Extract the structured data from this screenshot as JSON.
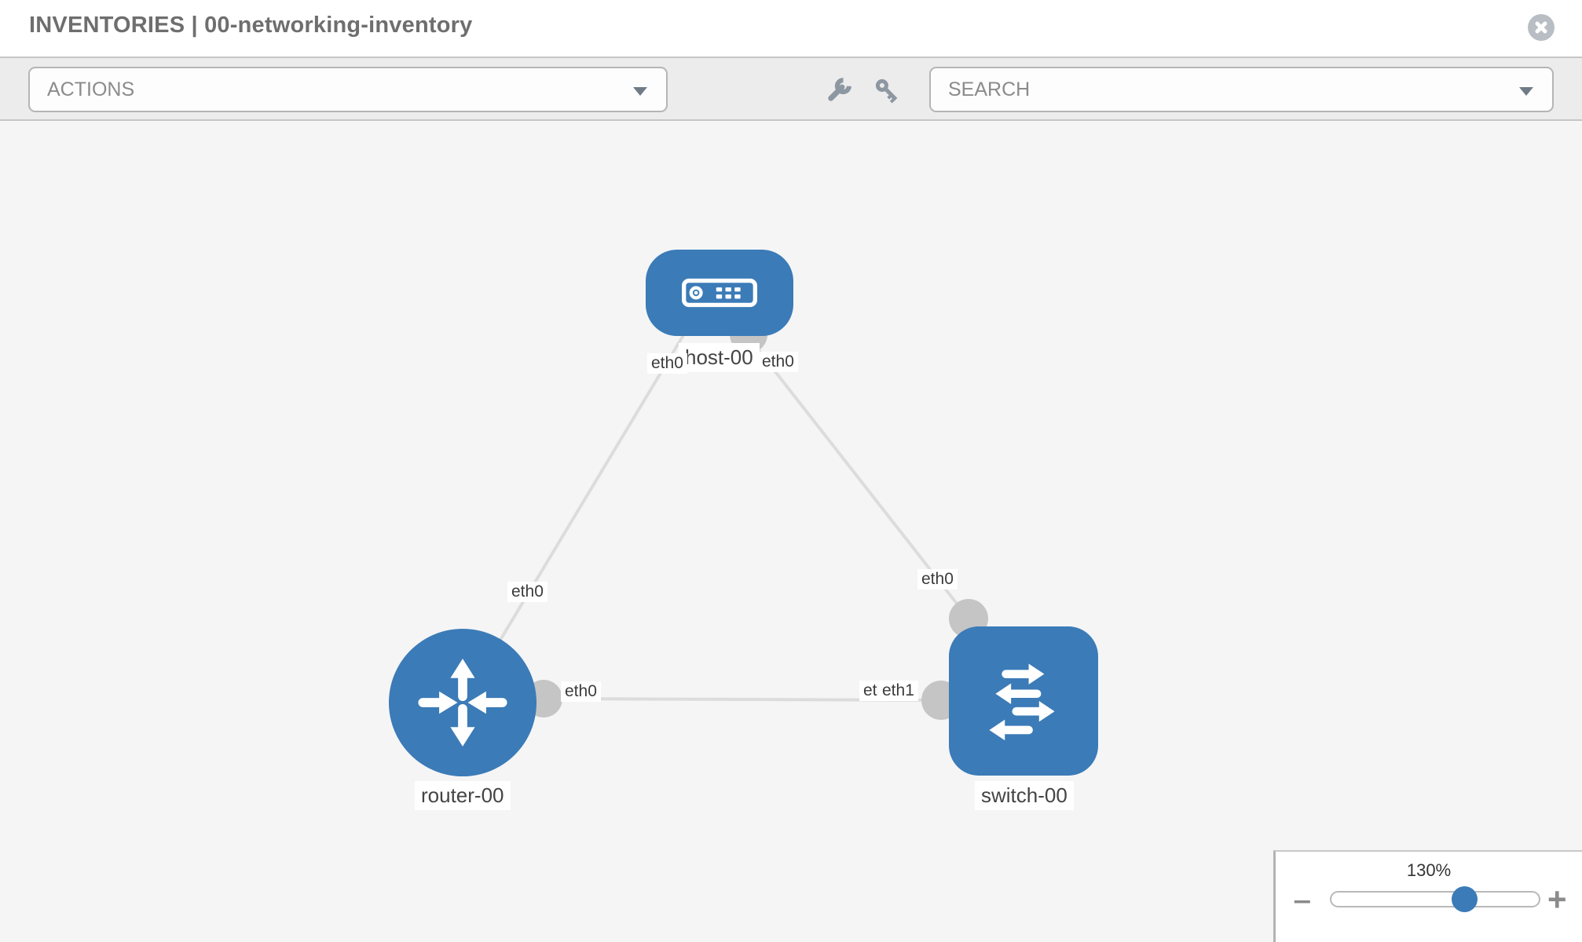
{
  "header": {
    "title": "INVENTORIES | 00-networking-inventory"
  },
  "toolbar": {
    "actions_label": "ACTIONS",
    "search_label": "SEARCH",
    "icons": [
      "wrench-icon",
      "key-icon"
    ]
  },
  "topology": {
    "nodes": [
      {
        "id": "host-00",
        "type": "host",
        "label": "host-00"
      },
      {
        "id": "router-00",
        "type": "router",
        "label": "router-00"
      },
      {
        "id": "switch-00",
        "type": "switch",
        "label": "switch-00"
      }
    ],
    "links": [
      {
        "source": "host-00",
        "source_interface": "eth0",
        "target": "router-00",
        "target_interface": "eth0"
      },
      {
        "source": "host-00",
        "source_interface": "eth0",
        "target": "switch-00",
        "target_interface": "eth0"
      },
      {
        "source": "router-00",
        "source_interface": "eth0",
        "target": "switch-00",
        "target_interface": "eth1"
      }
    ],
    "interface_labels": [
      {
        "text": "eth0"
      },
      {
        "text": "eth0"
      },
      {
        "text": "eth0"
      },
      {
        "text": "eth0"
      },
      {
        "text": "eth0"
      },
      {
        "text": "eth0"
      },
      {
        "text": "eth1"
      }
    ]
  },
  "zoom_control": {
    "level": "130%",
    "minus_label": "−",
    "plus_label": "+",
    "percent": 64
  },
  "colors": {
    "node_blue": "#3b7bb7",
    "link_gray": "#dcdcdc",
    "connector_gray": "#c5c5c5",
    "toolbar_bg": "#ececec",
    "canvas_bg": "#f5f5f6",
    "icon_gray": "#8d97a1",
    "close_button_gray": "#b8bec4"
  }
}
